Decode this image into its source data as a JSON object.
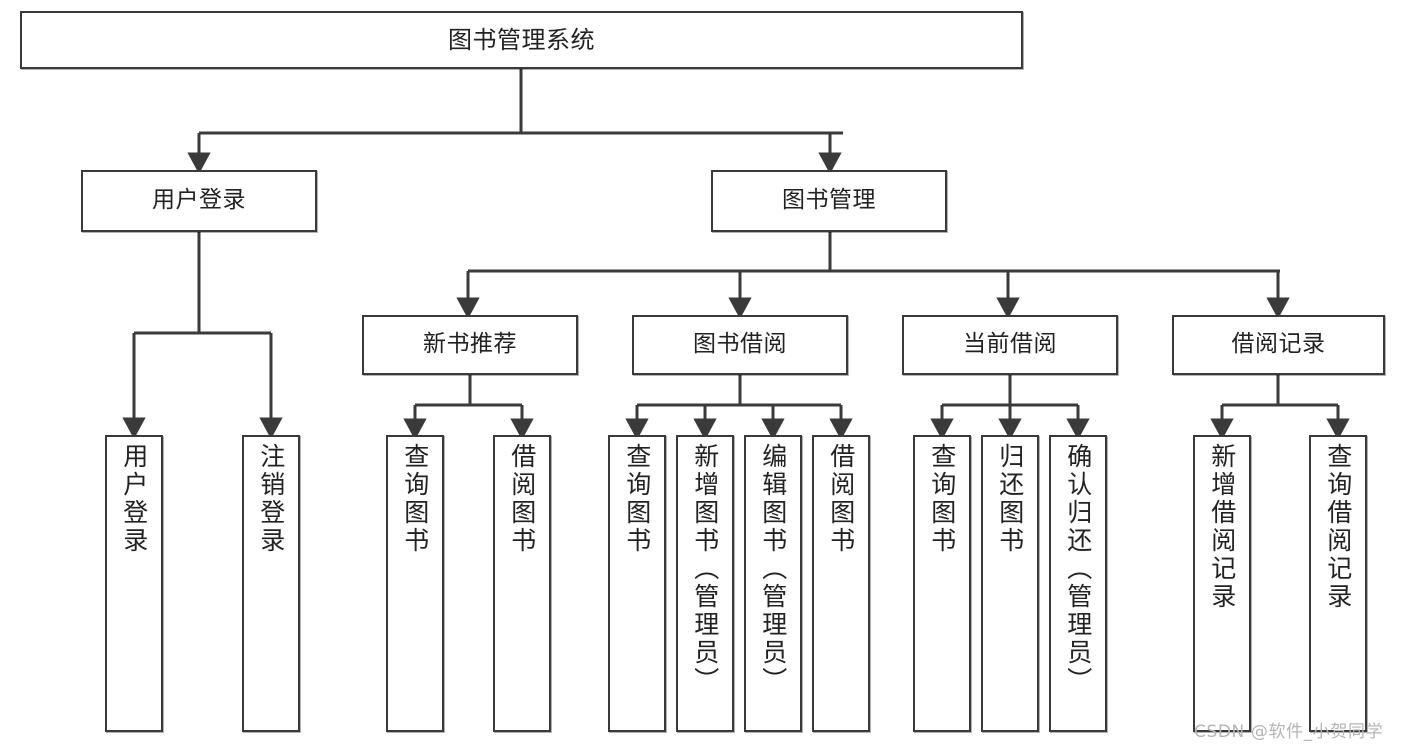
{
  "diagram": {
    "title": "图书管理系统",
    "type": "功能结构图",
    "root": {
      "label": "图书管理系统"
    },
    "level1": [
      {
        "label": "用户登录"
      },
      {
        "label": "图书管理"
      }
    ],
    "level2": [
      {
        "label": "新书推荐"
      },
      {
        "label": "图书借阅"
      },
      {
        "label": "当前借阅"
      },
      {
        "label": "借阅记录"
      }
    ],
    "leaves": {
      "user_login": [
        {
          "label": "用户登录"
        },
        {
          "label": "注销登录"
        }
      ],
      "new_book_recommend": [
        {
          "label": "查询图书"
        },
        {
          "label": "借阅图书"
        }
      ],
      "book_borrow": [
        {
          "label": "查询图书"
        },
        {
          "label": "新增图书（管理员）"
        },
        {
          "label": "编辑图书（管理员）"
        },
        {
          "label": "借阅图书"
        }
      ],
      "current_borrow": [
        {
          "label": "查询图书"
        },
        {
          "label": "归还图书"
        },
        {
          "label": "确认归还（管理员）"
        }
      ],
      "borrow_record": [
        {
          "label": "新增借阅记录"
        },
        {
          "label": "查询借阅记录"
        }
      ]
    }
  },
  "watermark": {
    "text": "CSDN @软件_小贺同学"
  },
  "colors": {
    "border": "#3a3a3a",
    "text": "#222222",
    "background": "#ffffff",
    "watermark": "#b4b4b4"
  }
}
